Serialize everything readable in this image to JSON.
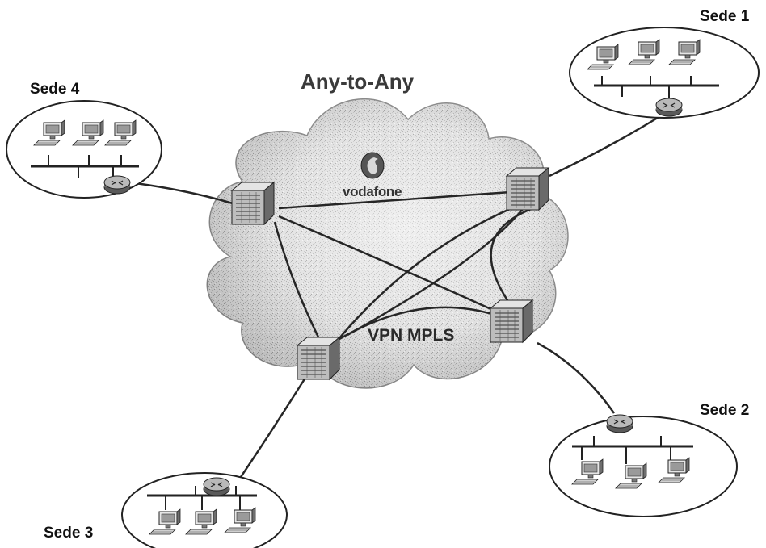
{
  "title": "Any-to-Any",
  "cloud": {
    "brand": "vodafone",
    "network_label": "VPN MPLS"
  },
  "sites": [
    {
      "id": "sede1",
      "label": "Sede 1"
    },
    {
      "id": "sede2",
      "label": "Sede 2"
    },
    {
      "id": "sede3",
      "label": "Sede 3"
    },
    {
      "id": "sede4",
      "label": "Sede 4"
    }
  ]
}
